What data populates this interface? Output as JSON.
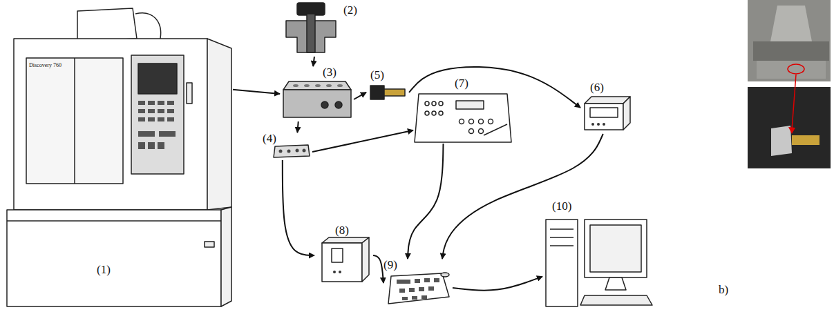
{
  "diagram": {
    "nodes": [
      {
        "text": [
          "(1)"
        ]
      },
      {
        "text": [
          "(2)"
        ]
      },
      {
        "text": [
          "(3)"
        ]
      },
      {
        "text": [
          "(4)"
        ]
      },
      {
        "text": [
          "(5)"
        ]
      },
      {
        "text": [
          "(6)"
        ]
      },
      {
        "text": [
          "(7)"
        ]
      },
      {
        "text": [
          "(8)"
        ]
      },
      {
        "text": [
          "(9)"
        ]
      },
      {
        "text": [
          "(10)"
        ]
      }
    ],
    "edges": [
      {
        "from": 0,
        "to": 2,
        "arrow": "to"
      },
      {
        "from": 1,
        "to": 2,
        "arrow": "to"
      },
      {
        "from": 2,
        "to": 4,
        "arrow": "to"
      },
      {
        "from": 4,
        "to": 5,
        "arrow": "to"
      },
      {
        "from": 2,
        "to": 3,
        "arrow": "to"
      },
      {
        "from": 3,
        "to": 6,
        "arrow": "to"
      },
      {
        "from": 3,
        "to": 7,
        "arrow": "to"
      },
      {
        "from": 6,
        "to": 8,
        "arrow": "to"
      },
      {
        "from": 5,
        "to": 8,
        "arrow": "to"
      },
      {
        "from": 7,
        "to": 8,
        "arrow": "to"
      },
      {
        "from": 8,
        "to": 9,
        "arrow": "to"
      }
    ],
    "labels": [
      "b)",
      "Discovery 760"
    ]
  }
}
